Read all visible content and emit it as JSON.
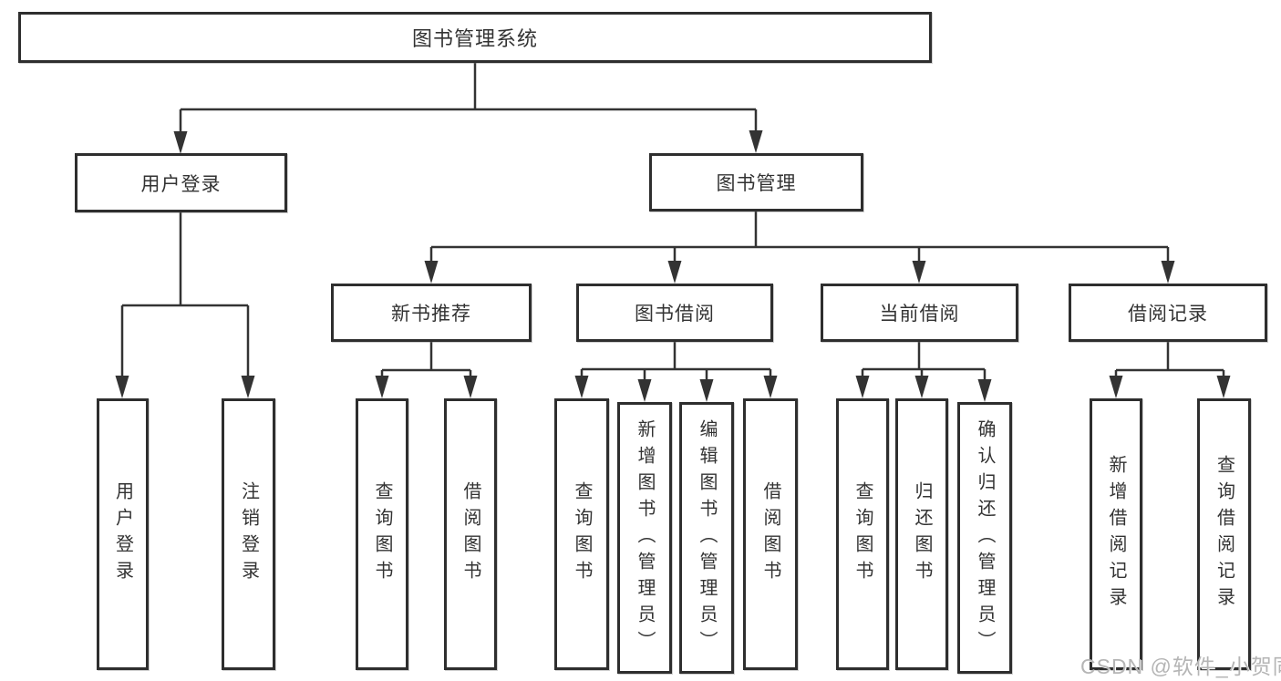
{
  "diagram": {
    "root": {
      "label": "图书管理系统"
    },
    "branches": [
      {
        "label": "用户登录",
        "children": [
          {
            "label": "用户登录"
          },
          {
            "label": "注销登录"
          }
        ]
      },
      {
        "label": "图书管理",
        "children": [
          {
            "label": "新书推荐",
            "children": [
              {
                "label": "查询图书"
              },
              {
                "label": "借阅图书"
              }
            ]
          },
          {
            "label": "图书借阅",
            "children": [
              {
                "label": "查询图书"
              },
              {
                "label": "新增图书（管理员）"
              },
              {
                "label": "编辑图书（管理员）"
              },
              {
                "label": "借阅图书"
              }
            ]
          },
          {
            "label": "当前借阅",
            "children": [
              {
                "label": "查询图书"
              },
              {
                "label": "归还图书"
              },
              {
                "label": "确认归还（管理员）"
              }
            ]
          },
          {
            "label": "借阅记录",
            "children": [
              {
                "label": "新增借阅记录"
              },
              {
                "label": "查询借阅记录"
              }
            ]
          }
        ]
      }
    ]
  },
  "watermark": {
    "text": "CSDN @软件_小贺同学"
  },
  "colors": {
    "line": "#333333",
    "box_border": "#2e2e2e",
    "text": "#333333",
    "background": "#ffffff",
    "watermark": "#b5b5b5"
  }
}
